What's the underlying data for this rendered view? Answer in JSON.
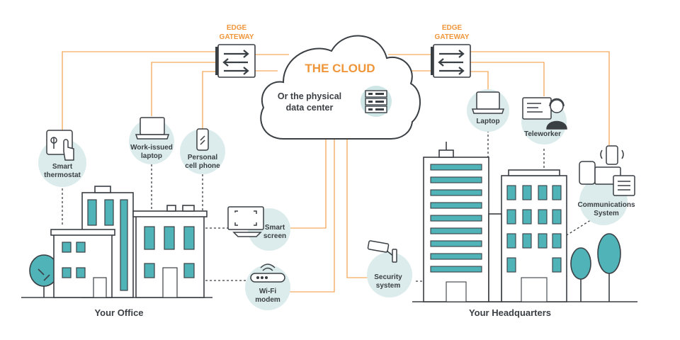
{
  "cloud": {
    "title": "THE CLOUD",
    "subtitle_line1": "Or the physical",
    "subtitle_line2": "data center"
  },
  "gateways": {
    "left_line1": "EDGE",
    "left_line2": "GATEWAY",
    "right_line1": "EDGE",
    "right_line2": "GATEWAY"
  },
  "office": {
    "label": "Your Office",
    "devices": {
      "thermostat": [
        "Smart",
        "thermostat"
      ],
      "laptop": [
        "Work-issued",
        "laptop"
      ],
      "phone": [
        "Personal",
        "cell phone"
      ],
      "screen": [
        "Smart",
        "screen"
      ],
      "modem": [
        "Wi-Fi",
        "modem"
      ]
    }
  },
  "hq": {
    "label": "Your Headquarters",
    "devices": {
      "laptop": [
        "Laptop"
      ],
      "teleworker": [
        "Teleworker"
      ],
      "comms": [
        "Communications",
        "System"
      ],
      "security": [
        "Security",
        "system"
      ]
    }
  },
  "colors": {
    "orange": "#f0963a",
    "line": "#3a3f44",
    "teal": "#4fb3b7",
    "bubble": "#dcecec"
  }
}
